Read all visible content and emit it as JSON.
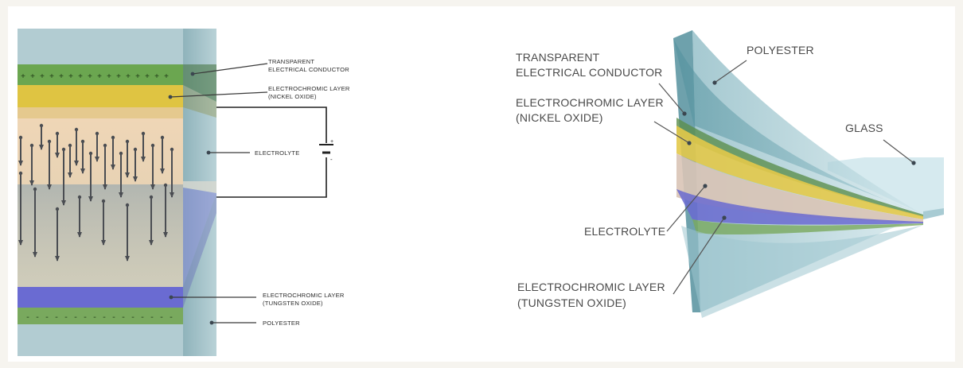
{
  "left_diagram": {
    "labels": {
      "transparent_conductor_1": "TRANSPARENT",
      "transparent_conductor_2": "ELECTRICAL CONDUCTOR",
      "electrochromic_top_1": "ELECTROCHROMIC LAYER",
      "electrochromic_top_2": "(NICKEL OXIDE)",
      "electrolyte": "ELECTROLYTE",
      "electrochromic_bottom_1": "ELECTROCHROMIC LAYER",
      "electrochromic_bottom_2": "(TUNGSTEN OXIDE)",
      "polyester": "POLYESTER"
    },
    "signs": {
      "plus_row": "+ + + + + + + + + + + + + + + +",
      "minus_row": "- - - - - - - - - - - - - - - -",
      "battery_plus": "+",
      "battery_minus": "-"
    },
    "colors": {
      "glass": "#b3cdd3",
      "conductor": "#6aa84f",
      "nickel_oxide": "#e0c440",
      "electrolyte": "#f0d4b0",
      "tungsten_oxide": "#6a6ad0"
    }
  },
  "right_diagram": {
    "labels": {
      "transparent_conductor_1": "TRANSPARENT",
      "transparent_conductor_2": "ELECTRICAL CONDUCTOR",
      "polyester": "POLYESTER",
      "electrochromic_top_1": "ELECTROCHROMIC LAYER",
      "electrochromic_top_2": "(NICKEL OXIDE)",
      "glass": "GLASS",
      "electrolyte": "ELECTROLYTE",
      "electrochromic_bottom_1": "ELECTROCHROMIC LAYER",
      "electrochromic_bottom_2": "(TUNGSTEN OXIDE)"
    }
  }
}
